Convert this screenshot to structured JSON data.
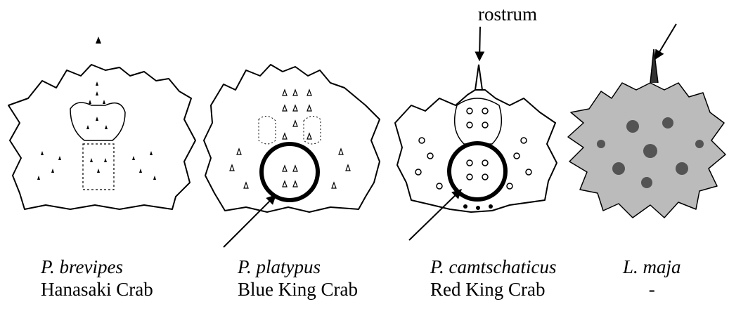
{
  "annotation": {
    "rostrum_label": "rostrum"
  },
  "specimens": [
    {
      "species": "P. brevipes",
      "common_name": "Hanasaki Crab",
      "icon": "carapace-drawing",
      "highlight_circle": false,
      "arrow": false
    },
    {
      "species": "P. platypus",
      "common_name": "Blue King Crab",
      "icon": "carapace-drawing",
      "highlight_circle": true,
      "arrow": true
    },
    {
      "species": "P. camtschaticus",
      "common_name": "Red King Crab",
      "icon": "carapace-drawing",
      "highlight_circle": true,
      "arrow": true
    },
    {
      "species": "L. maja",
      "common_name": "-",
      "icon": "carapace-drawing-stippled",
      "highlight_circle": false,
      "arrow": true
    }
  ],
  "colors": {
    "ink": "#000000",
    "background": "#ffffff",
    "stipple": "#333333"
  }
}
